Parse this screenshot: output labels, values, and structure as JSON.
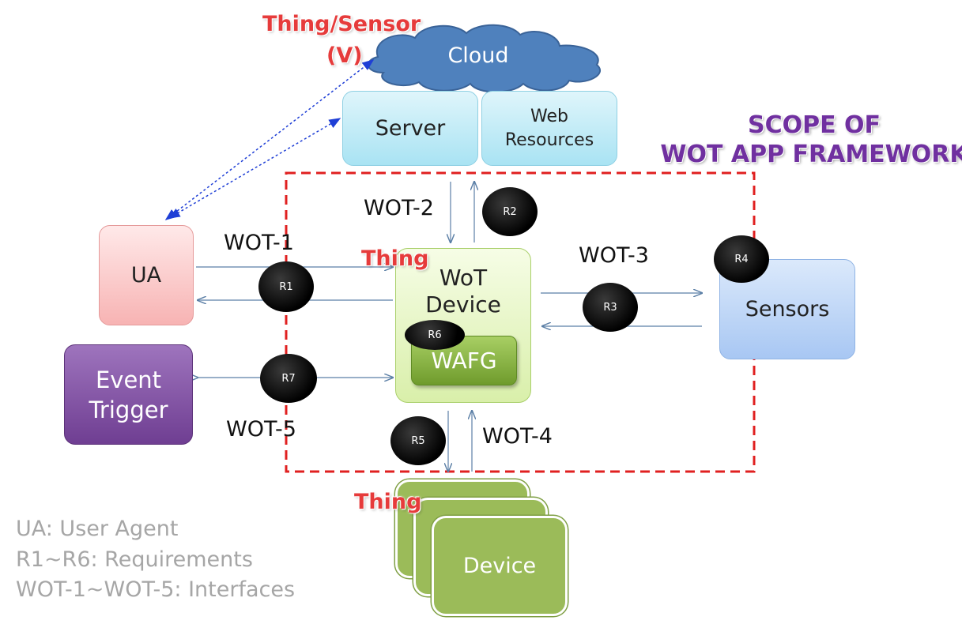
{
  "cloud": {
    "label": "Cloud"
  },
  "server": {
    "label": "Server"
  },
  "web_resources": {
    "line1": "Web",
    "line2": "Resources"
  },
  "scope": {
    "line1": "SCOPE OF",
    "line2": "WOT APP FRAMEWORK"
  },
  "thing_sensor": {
    "line1": "Thing/Sensor",
    "line2": "(V)"
  },
  "ua": {
    "label": "UA"
  },
  "event_trigger": {
    "line1": "Event",
    "line2": "Trigger"
  },
  "wot_device": {
    "line1": "WoT",
    "line2": "Device"
  },
  "wafg": {
    "label": "WAFG"
  },
  "sensors": {
    "label": "Sensors"
  },
  "device": {
    "label": "Device"
  },
  "thing_labels": {
    "wot_device": "Thing",
    "devices": "Thing"
  },
  "interfaces": {
    "wot1": "WOT-1",
    "wot2": "WOT-2",
    "wot3": "WOT-3",
    "wot4": "WOT-4",
    "wot5": "WOT-5"
  },
  "requirements": {
    "r1": "R1",
    "r2": "R2",
    "r3": "R3",
    "r4": "R4",
    "r5": "R5",
    "r6": "R6",
    "r7": "R7"
  },
  "legend": [
    "UA: User Agent",
    "R1~R6: Requirements",
    "WOT-1~WOT-5: Interfaces"
  ],
  "colors": {
    "scope_border": "#e02020",
    "cloud_fill": "#4f81bd",
    "dotted_arrow": "#1f3fd6",
    "arrows": "#5b7fa6"
  }
}
